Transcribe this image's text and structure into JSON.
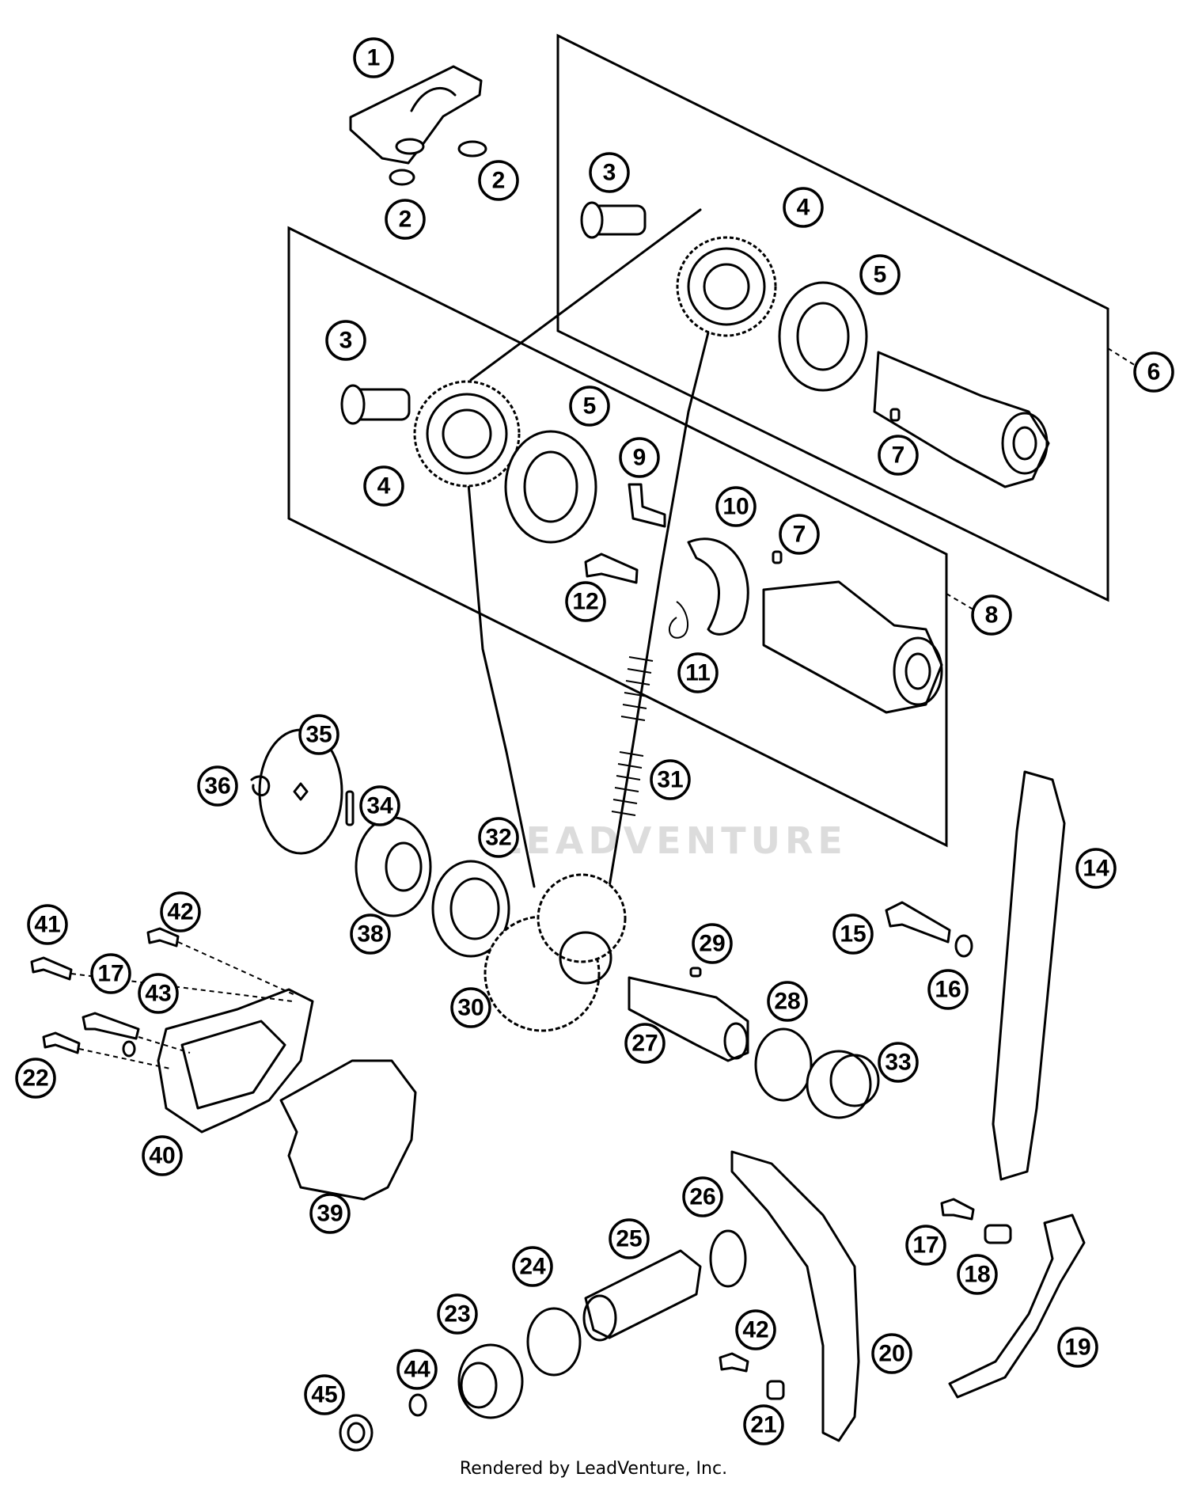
{
  "footer_text": "Rendered by LeadVenture, Inc.",
  "watermark_text": "LEADVENTURE",
  "callouts": [
    {
      "id": "c1",
      "label": "1"
    },
    {
      "id": "c2a",
      "label": "2"
    },
    {
      "id": "c2b",
      "label": "2"
    },
    {
      "id": "c3a",
      "label": "3"
    },
    {
      "id": "c3b",
      "label": "3"
    },
    {
      "id": "c4a",
      "label": "4"
    },
    {
      "id": "c4b",
      "label": "4"
    },
    {
      "id": "c5a",
      "label": "5"
    },
    {
      "id": "c5b",
      "label": "5"
    },
    {
      "id": "c6",
      "label": "6"
    },
    {
      "id": "c7a",
      "label": "7"
    },
    {
      "id": "c7b",
      "label": "7"
    },
    {
      "id": "c8",
      "label": "8"
    },
    {
      "id": "c9",
      "label": "9"
    },
    {
      "id": "c10",
      "label": "10"
    },
    {
      "id": "c11",
      "label": "11"
    },
    {
      "id": "c12",
      "label": "12"
    },
    {
      "id": "c14",
      "label": "14"
    },
    {
      "id": "c15",
      "label": "15"
    },
    {
      "id": "c16",
      "label": "16"
    },
    {
      "id": "c17a",
      "label": "17"
    },
    {
      "id": "c17b",
      "label": "17"
    },
    {
      "id": "c18",
      "label": "18"
    },
    {
      "id": "c19",
      "label": "19"
    },
    {
      "id": "c20",
      "label": "20"
    },
    {
      "id": "c21",
      "label": "21"
    },
    {
      "id": "c22",
      "label": "22"
    },
    {
      "id": "c23",
      "label": "23"
    },
    {
      "id": "c24",
      "label": "24"
    },
    {
      "id": "c25",
      "label": "25"
    },
    {
      "id": "c26",
      "label": "26"
    },
    {
      "id": "c27",
      "label": "27"
    },
    {
      "id": "c28",
      "label": "28"
    },
    {
      "id": "c29",
      "label": "29"
    },
    {
      "id": "c30",
      "label": "30"
    },
    {
      "id": "c31",
      "label": "31"
    },
    {
      "id": "c32",
      "label": "32"
    },
    {
      "id": "c33",
      "label": "33"
    },
    {
      "id": "c34",
      "label": "34"
    },
    {
      "id": "c35",
      "label": "35"
    },
    {
      "id": "c36",
      "label": "36"
    },
    {
      "id": "c38",
      "label": "38"
    },
    {
      "id": "c39",
      "label": "39"
    },
    {
      "id": "c40",
      "label": "40"
    },
    {
      "id": "c41",
      "label": "41"
    },
    {
      "id": "c42a",
      "label": "42"
    },
    {
      "id": "c42b",
      "label": "42"
    },
    {
      "id": "c43",
      "label": "43"
    },
    {
      "id": "c44",
      "label": "44"
    },
    {
      "id": "c45",
      "label": "45"
    }
  ]
}
